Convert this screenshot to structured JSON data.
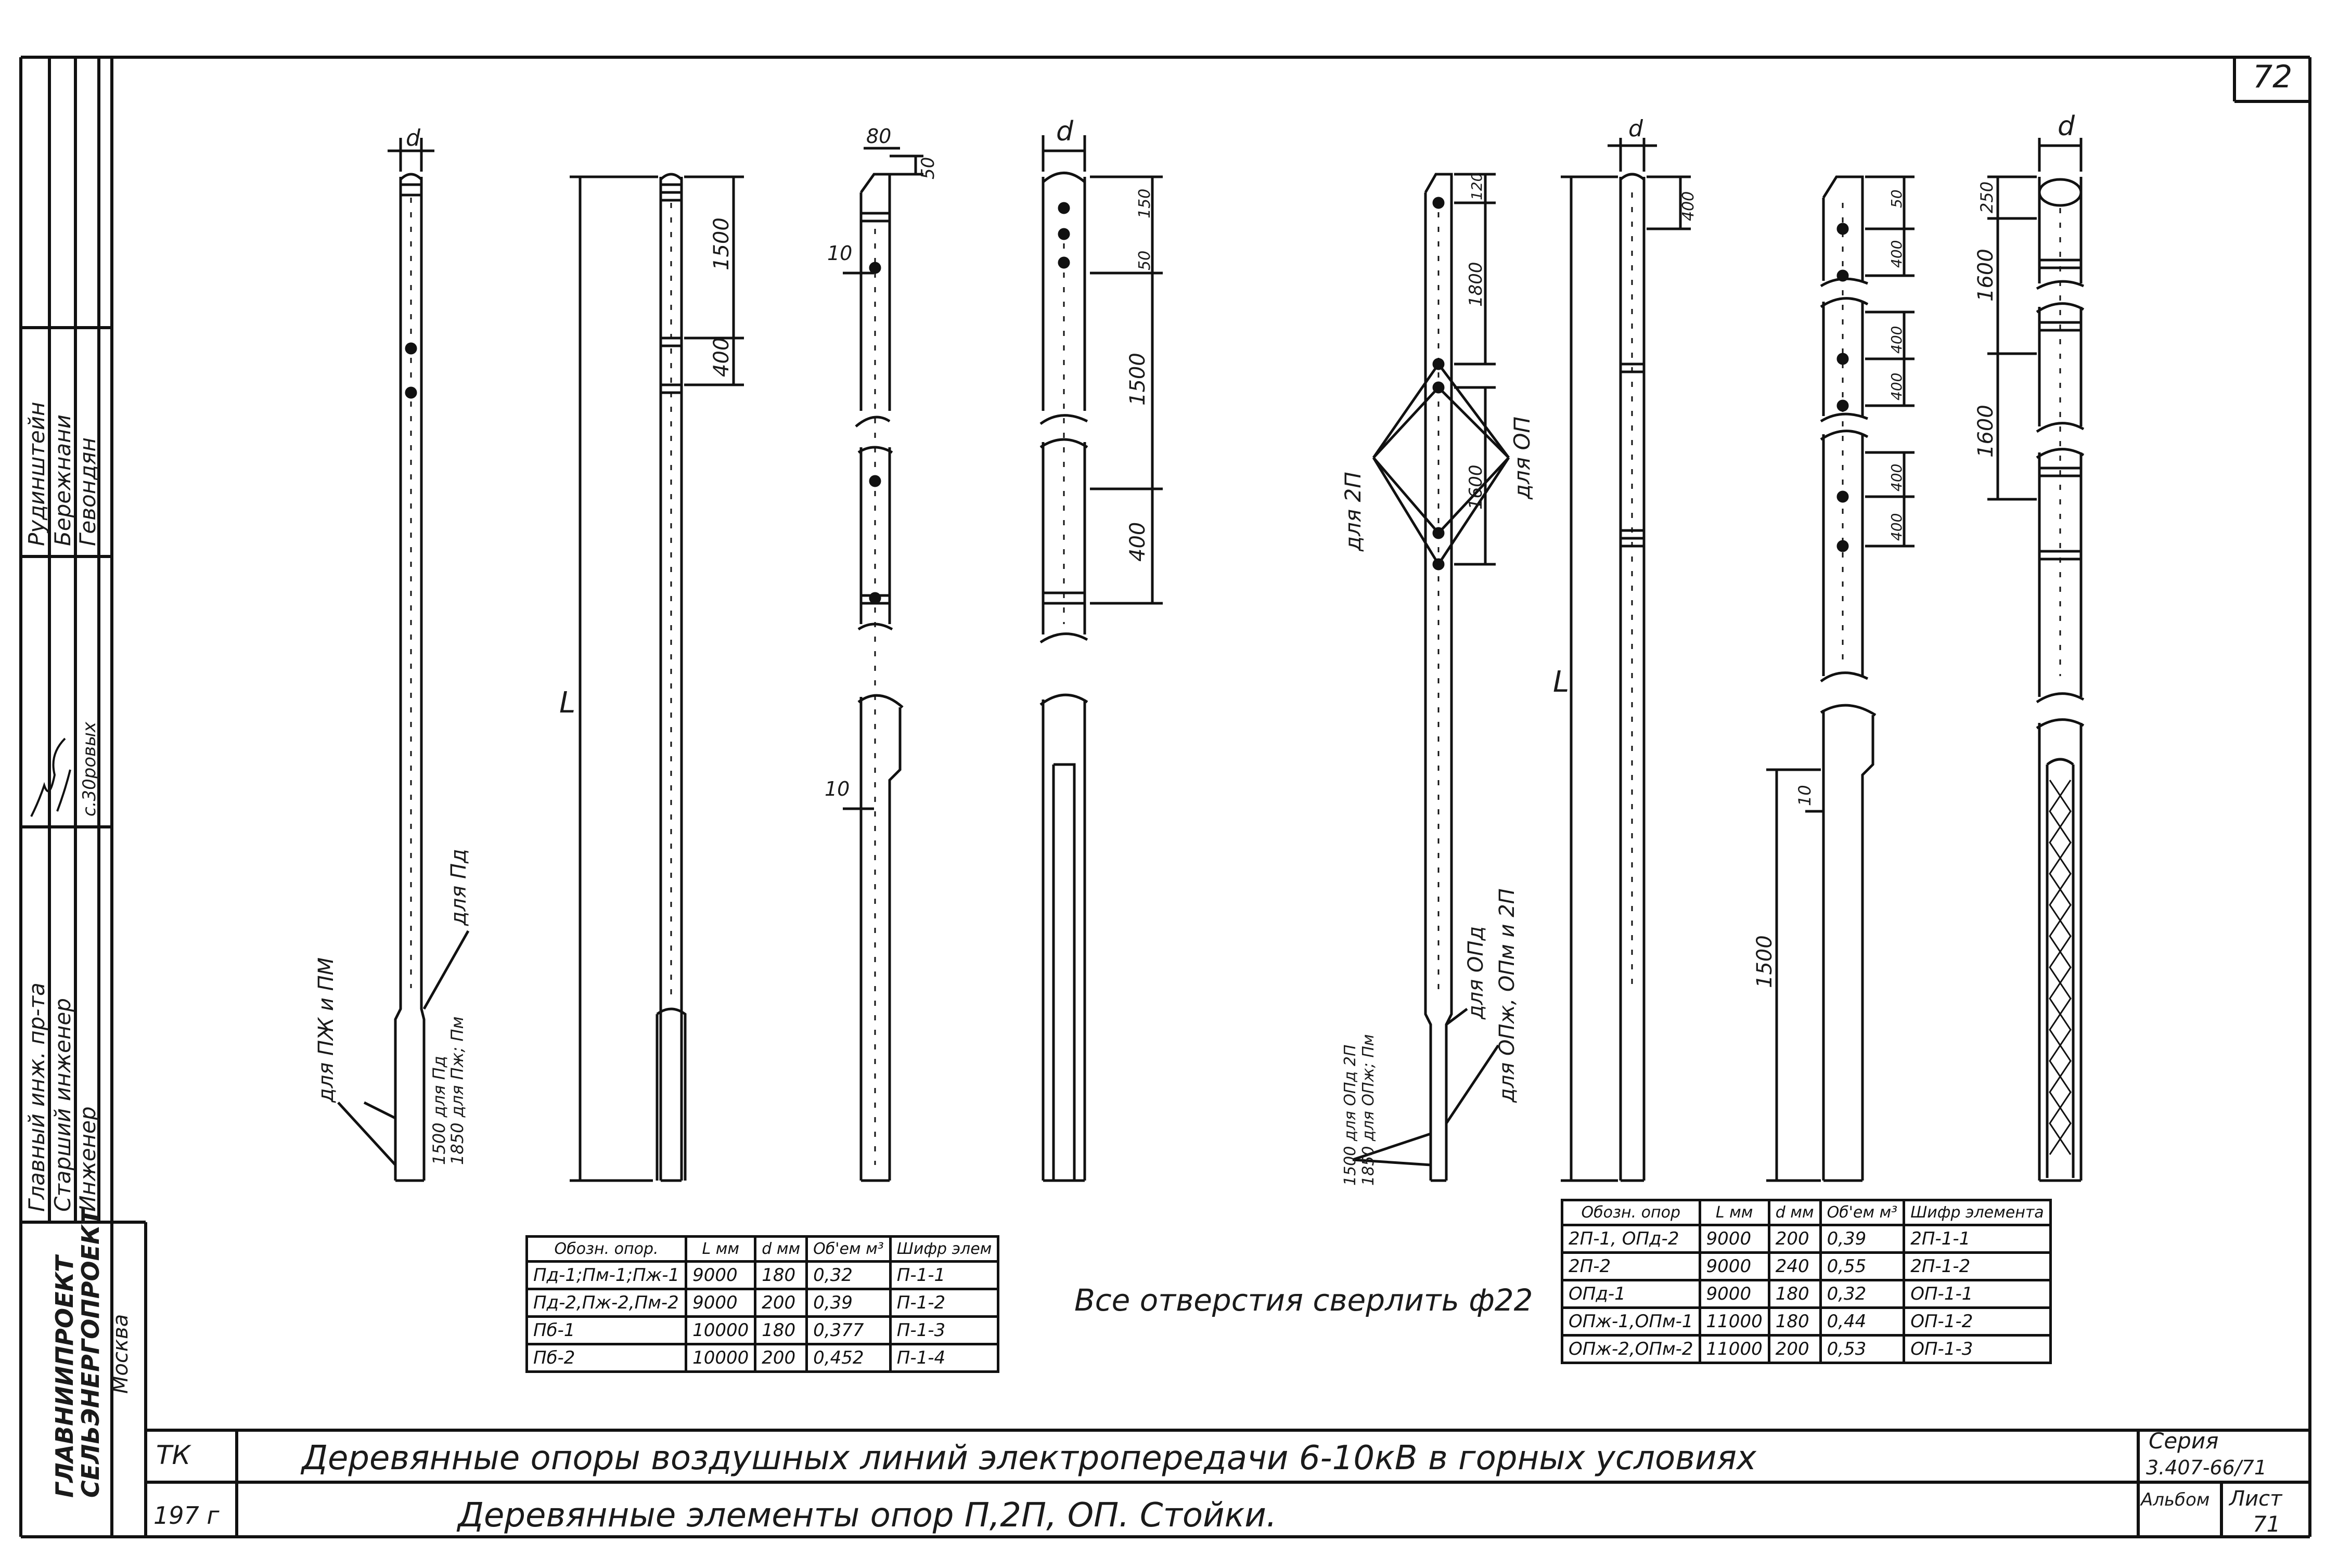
{
  "sheet_number": "72",
  "note": "Все отверстия сверлить ф22",
  "title_block": {
    "org_code": "ТК",
    "year": "197 г",
    "title_main": "Деревянные опоры воздушных линий электропередачи 6-10кВ в горных условиях",
    "title_sub": "Деревянные элементы опор П,2П, ОП. Стойки.",
    "series_label": "Серия",
    "series_value": "3.407-66/71",
    "album_label": "Альбом",
    "sheet_label": "Лист",
    "sheet_value": "71"
  },
  "side_stamp": {
    "org_line1": "ГЛАВНИИПРОЕКТ",
    "org_line2": "СЕЛЬЭНЕРГОПРОЕКТ",
    "city": "Москва",
    "roles": [
      "Главный инж. пр-та",
      "Старший инженер",
      "Инженер"
    ],
    "names": [
      "Рудинштейн",
      "Бережнани",
      "Гевондян"
    ],
    "dates": [
      "",
      "",
      "с.30ровых"
    ]
  },
  "table_left": {
    "headers": [
      "Обозн. опор.",
      "L мм",
      "d мм",
      "Об'ем м³",
      "Шифр элем"
    ],
    "rows": [
      [
        "Пд-1;Пм-1;Пж-1",
        "9000",
        "180",
        "0,32",
        "П-1-1"
      ],
      [
        "Пд-2,Пж-2,Пм-2",
        "9000",
        "200",
        "0,39",
        "П-1-2"
      ],
      [
        "Пб-1",
        "10000",
        "180",
        "0,377",
        "П-1-3"
      ],
      [
        "Пб-2",
        "10000",
        "200",
        "0,452",
        "П-1-4"
      ]
    ]
  },
  "table_right": {
    "headers": [
      "Обозн. опор",
      "L мм",
      "d мм",
      "Об'ем м³",
      "Шифр элемента"
    ],
    "rows": [
      [
        "2П-1, ОПд-2",
        "9000",
        "200",
        "0,39",
        "2П-1-1"
      ],
      [
        "2П-2",
        "9000",
        "240",
        "0,55",
        "2П-1-2"
      ],
      [
        "ОПд-1",
        "9000",
        "180",
        "0,32",
        "ОП-1-1"
      ],
      [
        "ОПж-1,ОПм-1",
        "11000",
        "180",
        "0,44",
        "ОП-1-2"
      ],
      [
        "ОПж-2,ОПм-2",
        "11000",
        "200",
        "0,53",
        "ОП-1-3"
      ]
    ]
  },
  "labels": {
    "d": "d",
    "L": "L",
    "dim_1500": "1500",
    "dim_400": "400",
    "dim_80": "80",
    "dim_50": "50",
    "dim_10": "10",
    "dim_150": "150",
    "dim_1600": "1600",
    "dim_120": "120",
    "dim_250": "250",
    "dim_1800": "1800",
    "for_pzh_pm": "для ПЖ и ПМ",
    "for_pd": "для Пд",
    "len_pd": "1500 для Пд",
    "len_pzh": "1850 для Пж; Пм",
    "for_2p": "для 2П",
    "for_op": "для ОП",
    "for_opd": "для ОПд",
    "for_opzh_opm_2p": "для ОПж, ОПм и 2П",
    "len_opd": "1500 для ОПд 2П",
    "len_opzh": "1850 для ОПж; Пм"
  }
}
